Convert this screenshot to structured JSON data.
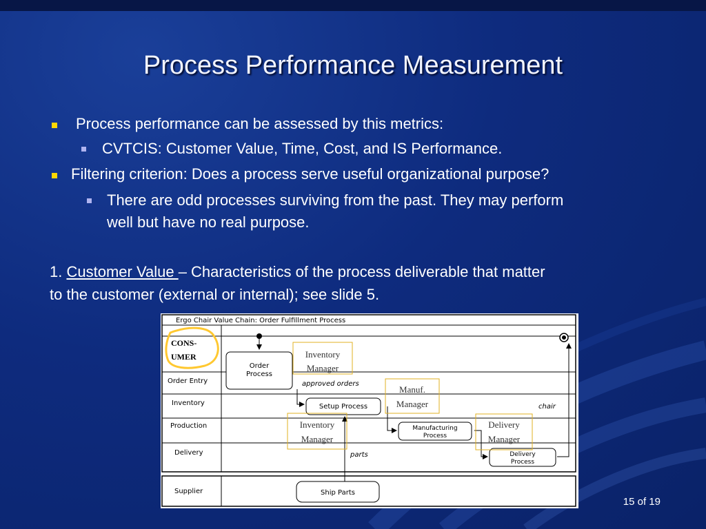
{
  "slide": {
    "title": "Process Performance Measurement",
    "bullets": [
      {
        "level": 1,
        "text": "Process performance can be assessed by this metrics:"
      },
      {
        "level": 2,
        "text": "CVTCIS: Customer Value, Time, Cost, and IS Performance."
      },
      {
        "level": 1,
        "text": "Filtering criterion: Does a process serve useful organizational purpose?"
      },
      {
        "level": 2,
        "text": "There are odd processes surviving from the past. They may perform"
      },
      {
        "level": 2,
        "text": "well but have no real purpose."
      }
    ],
    "paragraph": {
      "number": "1. ",
      "term": "Customer Value ",
      "rest1": "– Characteristics of the process deliverable that matter",
      "rest2": "to the customer (external or internal); see slide 5."
    },
    "page_number": "15 of 19",
    "colors": {
      "background": "#0e2b7e",
      "bullet_l1": "#ffd700",
      "bullet_l2": "#b0b4f0",
      "highlight": "#ffc830"
    }
  },
  "diagram": {
    "title": "Ergo Chair Value Chain: Order Fulfillment Process",
    "lanes": [
      "CONS-",
      "UMER",
      "Order Entry",
      "Inventory",
      "Production",
      "Delivery",
      "Supplier"
    ],
    "processes": {
      "order_1": "Order",
      "order_2": "Process",
      "setup": "Setup Process",
      "mfg_1": "Manufacturing",
      "mfg_2": "Process",
      "deliv_1": "Delivery",
      "deliv_2": "Process",
      "ship": "Ship Parts"
    },
    "flows": {
      "approved": "approved orders",
      "chair": "chair",
      "parts": "parts"
    },
    "managers": {
      "inv1_1": "Inventory",
      "inv1_2": "Manager",
      "manuf_1": "Manuf.",
      "manuf_2": "Manager",
      "inv2_1": "Inventory",
      "inv2_2": "Manager",
      "deliv_1": "Delivery",
      "deliv_2": "Manager"
    }
  }
}
